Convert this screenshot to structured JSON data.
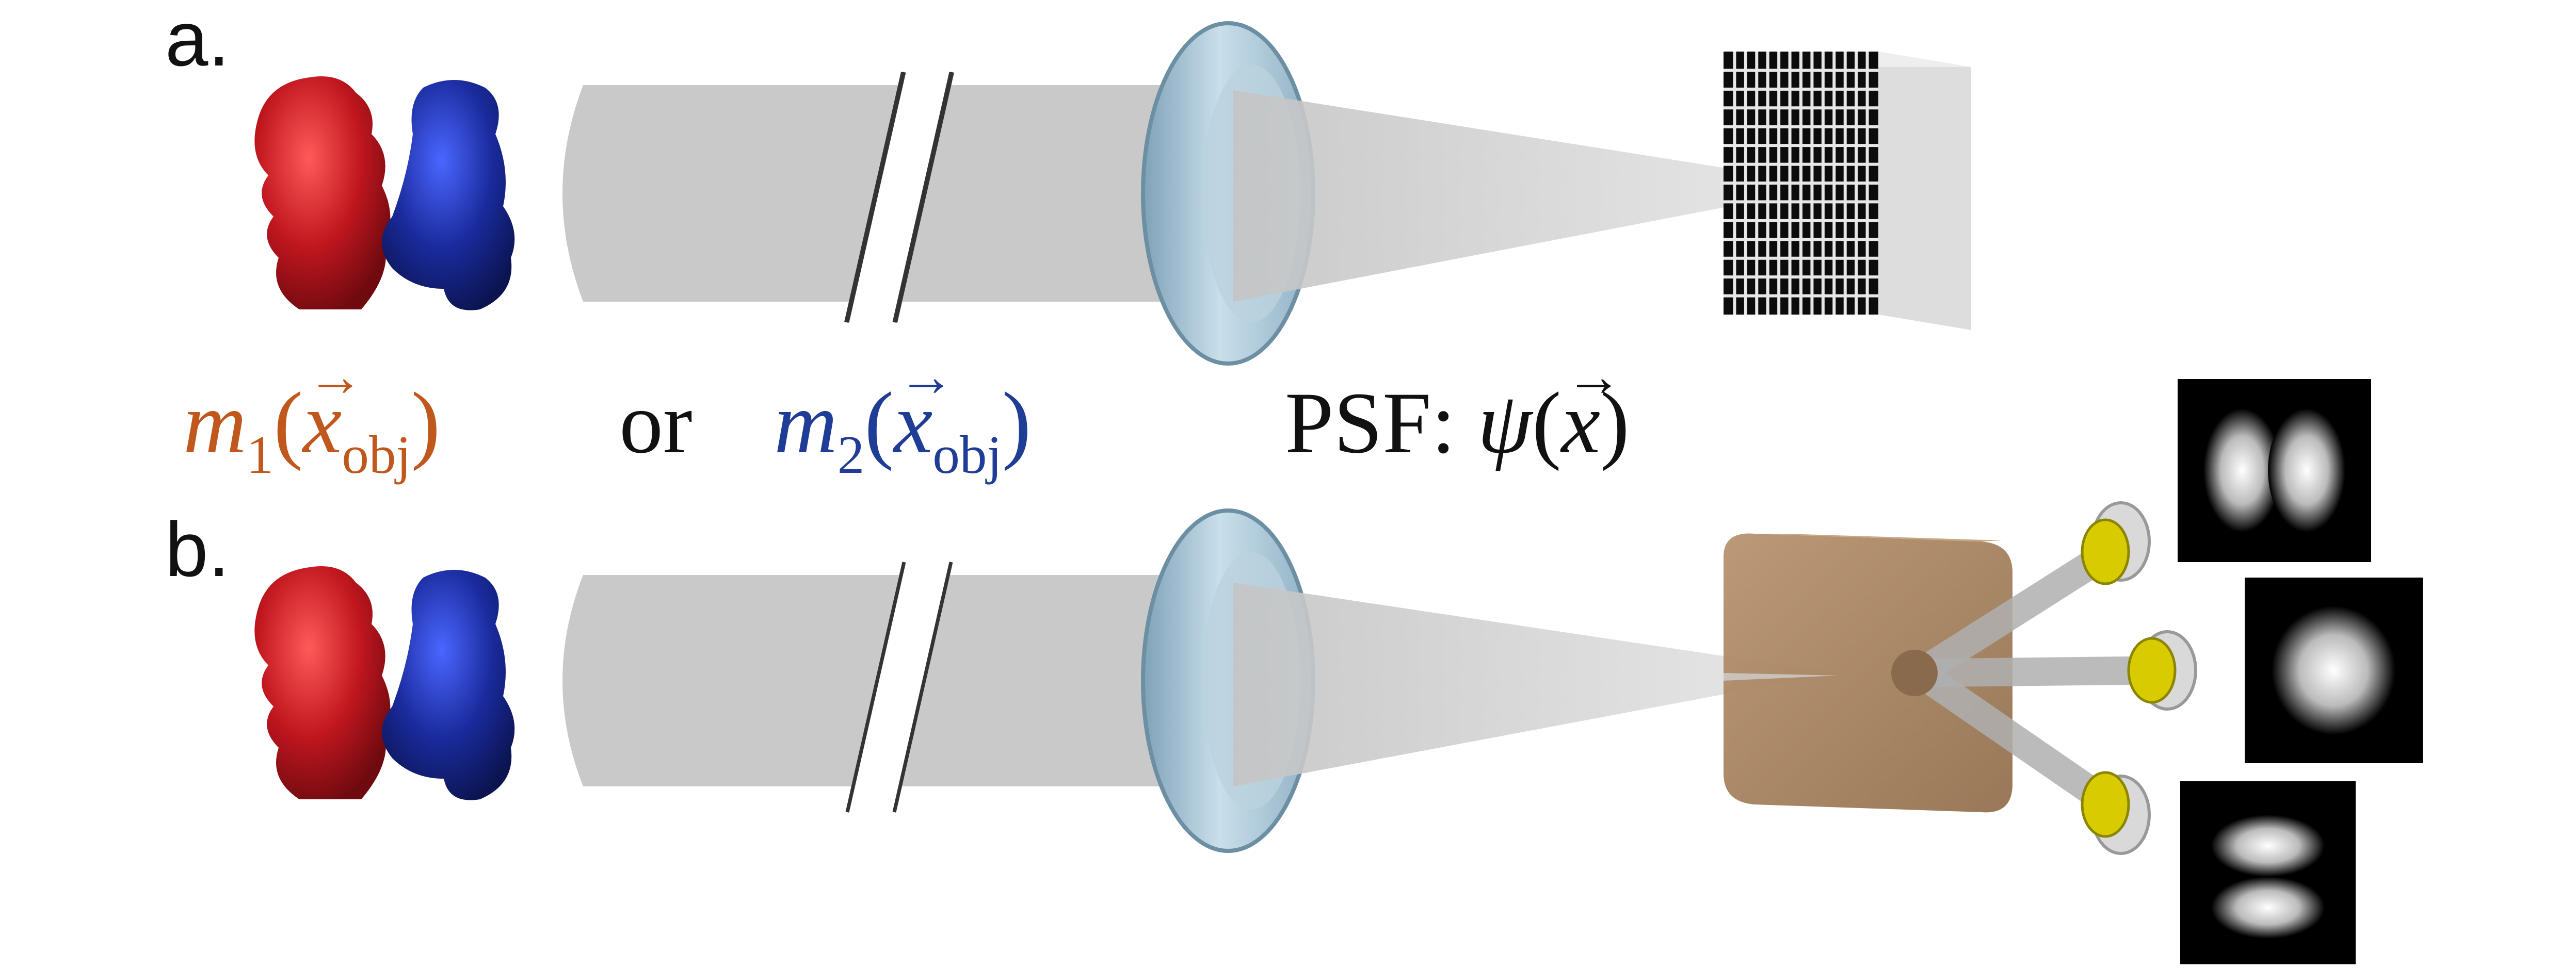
{
  "panels": {
    "a_label": "a.",
    "b_label": "b."
  },
  "equation": {
    "m1": {
      "symbol": "m",
      "index": "1",
      "arg": "x",
      "sub": "obj"
    },
    "or": "or",
    "m2": {
      "symbol": "m",
      "index": "2",
      "arg": "x",
      "sub": "obj"
    },
    "psf_prefix": "PSF:",
    "psf_symbol": "ψ",
    "psf_arg": "x"
  },
  "colors": {
    "object_red": "#c0161e",
    "object_blue": "#1a2a9c",
    "m1_text": "#c0571c",
    "m2_text": "#1f3c96",
    "beam": "#c8c8c8",
    "lens": "#a9c4d6",
    "sorter": "#a9835f",
    "detector_yellow": "#d8cc00"
  },
  "icons": {
    "objects": "two-letter-shaped-objects",
    "lens": "lens-icon",
    "camera": "pixel-detector-icon",
    "sorter": "mode-sorter-icon",
    "detectors": "bucket-detector-icon"
  }
}
